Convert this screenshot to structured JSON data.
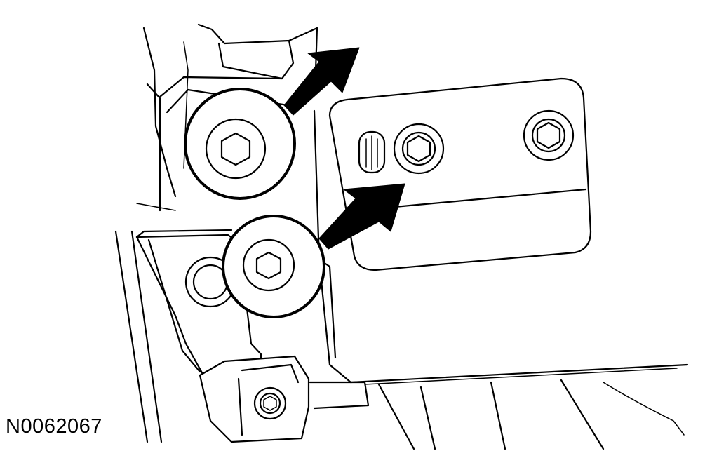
{
  "figure": {
    "id_label": "N0062067",
    "line_color": "#000000",
    "background": "#ffffff"
  },
  "callouts": [
    {
      "name": "upper-bolt",
      "icon": "arrow-icon"
    },
    {
      "name": "lower-bolt",
      "icon": "arrow-icon"
    }
  ]
}
